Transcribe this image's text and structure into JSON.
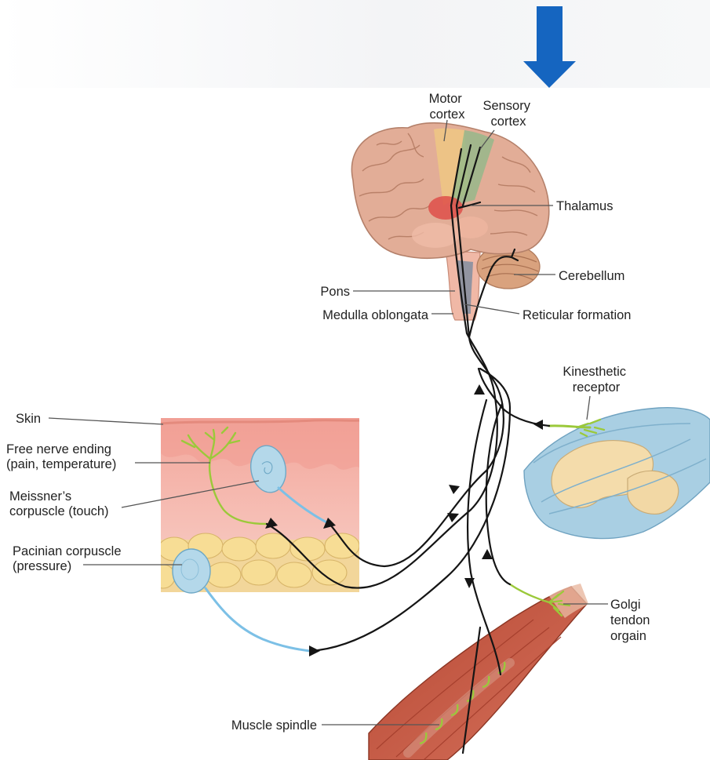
{
  "labels": {
    "motor_cortex": [
      "Motor",
      "cortex"
    ],
    "sensory_cortex": [
      "Sensory",
      "cortex"
    ],
    "thalamus": "Thalamus",
    "cerebellum": "Cerebellum",
    "pons": "Pons",
    "medulla_oblongata": "Medulla oblongata",
    "reticular_formation": "Reticular formation",
    "kinesthetic_receptor": [
      "Kinesthetic",
      "receptor"
    ],
    "skin": "Skin",
    "free_nerve_ending": [
      "Free nerve ending",
      "(pain, temperature)"
    ],
    "meissners_corpuscle": [
      "Meissner’s",
      "corpuscle (touch)"
    ],
    "pacinian_corpuscle": [
      "Pacinian corpuscle",
      "(pressure)"
    ],
    "golgi_tendon_organ": [
      "Golgi",
      "tendon",
      "orgain"
    ],
    "muscle_spindle": "Muscle spindle"
  },
  "colors": {
    "pointer_arrow": "#1565c0",
    "brain": "#e2ad97",
    "motor_cortex_zone": "#f1cc7f",
    "sensory_cortex_zone": "#8fb889",
    "thalamus": "#de4f49",
    "skin": "#f4b7ae",
    "fat": "#f5d990",
    "corpuscle": "#b4d8ea",
    "nerve_sensory": "#9bc93a",
    "muscle": "#c85b45",
    "pathway": "#151515"
  },
  "icons": {
    "pointer": "down-arrow-icon"
  }
}
